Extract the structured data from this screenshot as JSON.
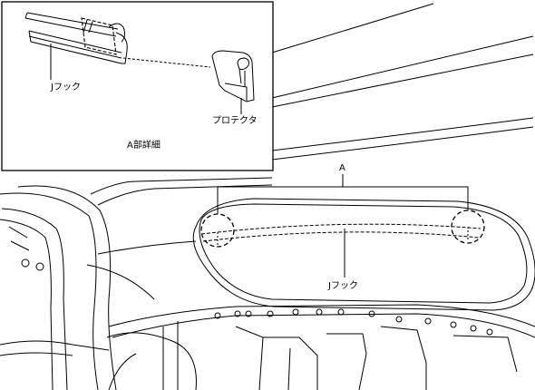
{
  "detail_box": {
    "title": "A部詳細",
    "label_jhook": "Jフック",
    "label_protector": "プロテクタ"
  },
  "main_view": {
    "label_a": "A",
    "label_jhook": "Jフック"
  }
}
